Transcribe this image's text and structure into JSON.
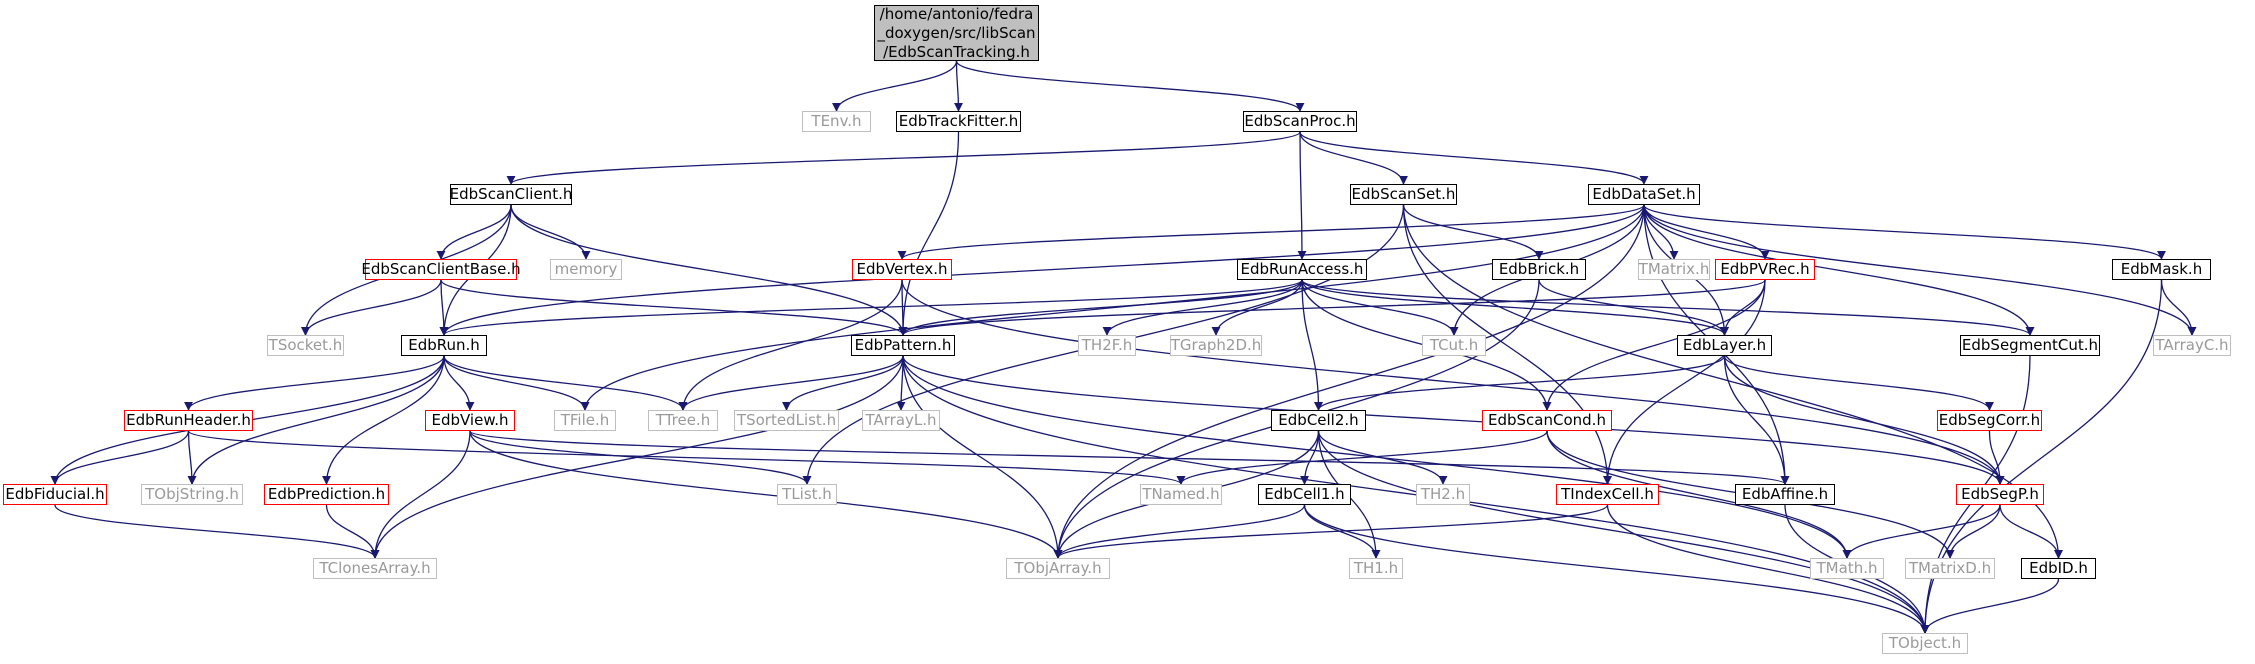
{
  "diagram": {
    "root": "/home/antonio/fedra\n_doxygen/src/libScan\n/EdbScanTracking.h",
    "nodes": {
      "tenv": "TEnv.h",
      "edbtrackfitter": "EdbTrackFitter.h",
      "edbscanproc": "EdbScanProc.h",
      "edbscanclient": "EdbScanClient.h",
      "edbscanset": "EdbScanSet.h",
      "edbdataset": "EdbDataSet.h",
      "edbscanclientbase": "EdbScanClientBase.h",
      "memory": "memory",
      "edbvertex": "EdbVertex.h",
      "edbrunaccess": "EdbRunAccess.h",
      "edbbrick": "EdbBrick.h",
      "tmatrix": "TMatrix.h",
      "edbpvrec": "EdbPVRec.h",
      "edbmask": "EdbMask.h",
      "tsocket": "TSocket.h",
      "edbrun": "EdbRun.h",
      "edbpattern": "EdbPattern.h",
      "th2f": "TH2F.h",
      "tgraph2d": "TGraph2D.h",
      "tcut": "TCut.h",
      "edblayer": "EdbLayer.h",
      "edbsegmentcut": "EdbSegmentCut.h",
      "tarrayc": "TArrayC.h",
      "edbrunheader": "EdbRunHeader.h",
      "edbview": "EdbView.h",
      "tfile": "TFile.h",
      "ttree": "TTree.h",
      "tsortedlist": "TSortedList.h",
      "tarrayl": "TArrayL.h",
      "edbcell2": "EdbCell2.h",
      "edbscancond": "EdbScanCond.h",
      "edbsegcorr": "EdbSegCorr.h",
      "edbfiducial": "EdbFiducial.h",
      "tobjstring": "TObjString.h",
      "edbprediction": "EdbPrediction.h",
      "tlist": "TList.h",
      "tnamed": "TNamed.h",
      "edbcell1": "EdbCell1.h",
      "th2": "TH2.h",
      "tindexcell": "TIndexCell.h",
      "edbaffine": "EdbAffine.h",
      "edbsegp": "EdbSegP.h",
      "tclonesarray": "TClonesArray.h",
      "tobjarray": "TObjArray.h",
      "th1": "TH1.h",
      "tmath": "TMath.h",
      "tmatrixd": "TMatrixD.h",
      "edbid": "EdbID.h",
      "tobject": "TObject.h"
    }
  },
  "colors": {
    "edge": "#191970",
    "root_fill": "#bfbfbf",
    "documented_border": "#000000",
    "undocumented_border": "#ff0000",
    "external_border": "#bfbfbf",
    "external_text": "#9a9a9a"
  }
}
